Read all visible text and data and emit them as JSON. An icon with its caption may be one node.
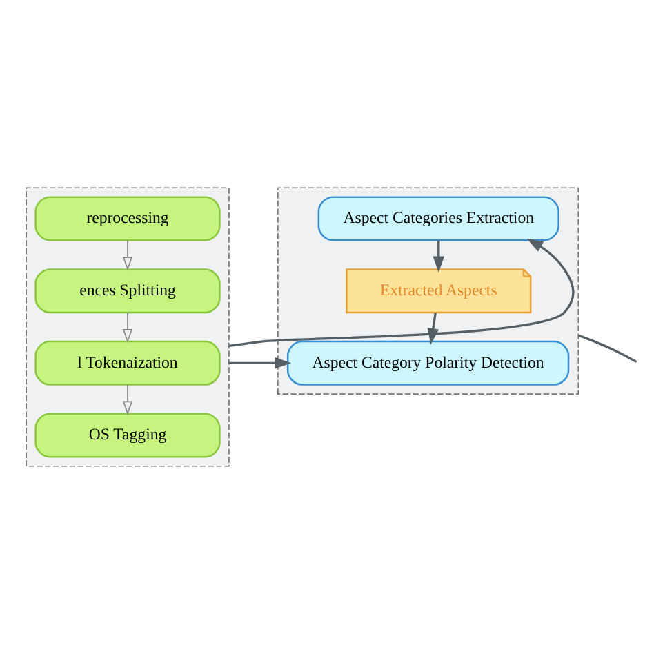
{
  "diagram": {
    "nodes": [
      {
        "text": [],
        "shape": "box"
      },
      {
        "text": [
          "reprocessing"
        ],
        "in": 0
      },
      {
        "text": [
          "ences Splitting"
        ],
        "in": 0
      },
      {
        "text": [
          "l Tokenaization"
        ],
        "in": 0
      },
      {
        "text": [
          "OS Tagging"
        ],
        "in": 0
      },
      {
        "text": [],
        "shape": "box"
      },
      {
        "text": [
          "Aspect Categories Extraction"
        ],
        "in": 5
      },
      {
        "text": [
          "Extracted Aspects"
        ],
        "in": 5
      },
      {
        "text": [
          "Aspect Category Polarity Detection"
        ],
        "in": 5
      }
    ],
    "edges": [
      {
        "from": 1,
        "to": 2,
        "arrow": "to"
      },
      {
        "from": 2,
        "to": 3,
        "arrow": "to"
      },
      {
        "from": 3,
        "to": 4,
        "arrow": "to"
      },
      {
        "from": 0,
        "to": 6,
        "arrow": "to"
      },
      {
        "from": 0,
        "to": 8,
        "arrow": "to"
      },
      {
        "from": 6,
        "to": 7,
        "arrow": "to"
      },
      {
        "from": 7,
        "to": 8,
        "arrow": "to"
      },
      {
        "from": 5,
        "to": null,
        "arrow": "none"
      }
    ]
  }
}
